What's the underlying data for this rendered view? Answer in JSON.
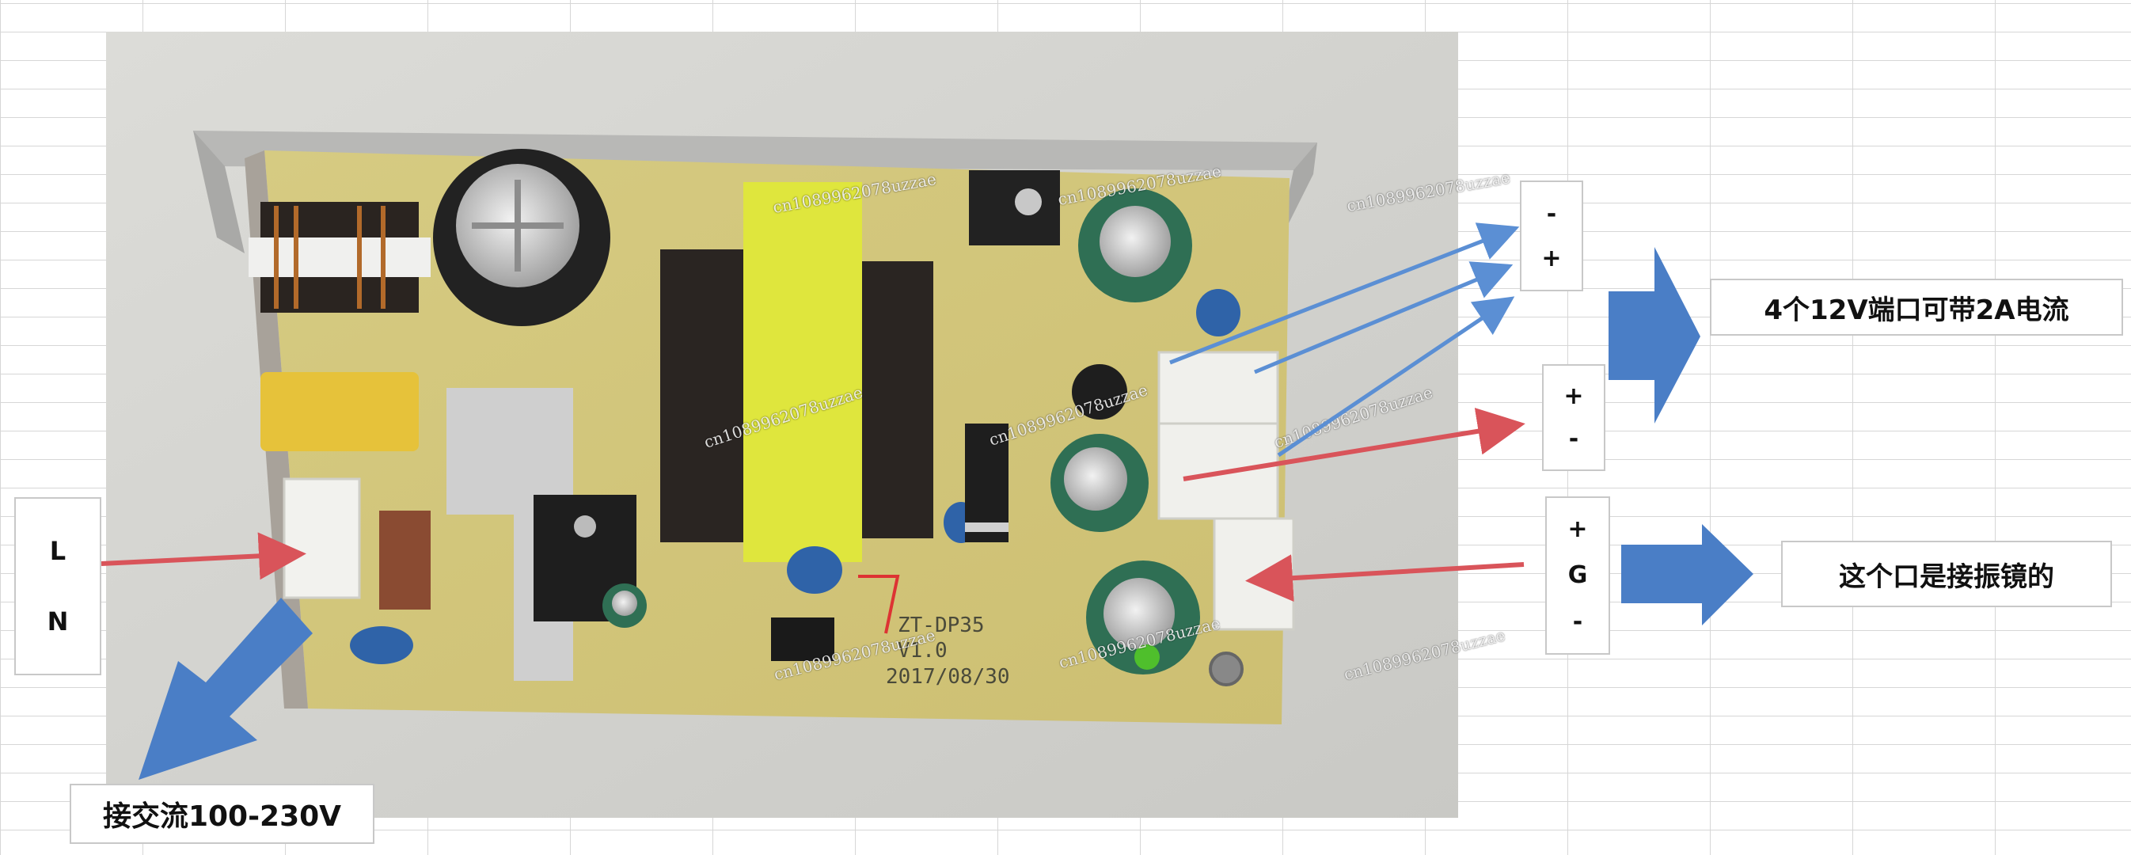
{
  "labels": {
    "input_terminals": [
      "L",
      "N"
    ],
    "output_a": [
      "-",
      "+"
    ],
    "output_b": [
      "+",
      "-"
    ],
    "output_c": [
      "+",
      "G",
      "-"
    ],
    "dc_ports_text": "4个12V端口可带2A电流",
    "galvo_port_text": "这个口是接振镜的",
    "ac_input_text": "接交流100-230V"
  },
  "watermark": "cn1089962078uzzae",
  "board_marks": {
    "model": "ZT-DP35",
    "version": "V1.0",
    "date": "2017/08/30"
  },
  "colors": {
    "red_arrow": "#d9545a",
    "blue_arrow": "#5b8fd4",
    "big_arrow": "#4a7ec6",
    "pcb": "#d9cf86",
    "capacitor_green": "#2f6f54",
    "transformer_yellow": "#d8e43a"
  }
}
